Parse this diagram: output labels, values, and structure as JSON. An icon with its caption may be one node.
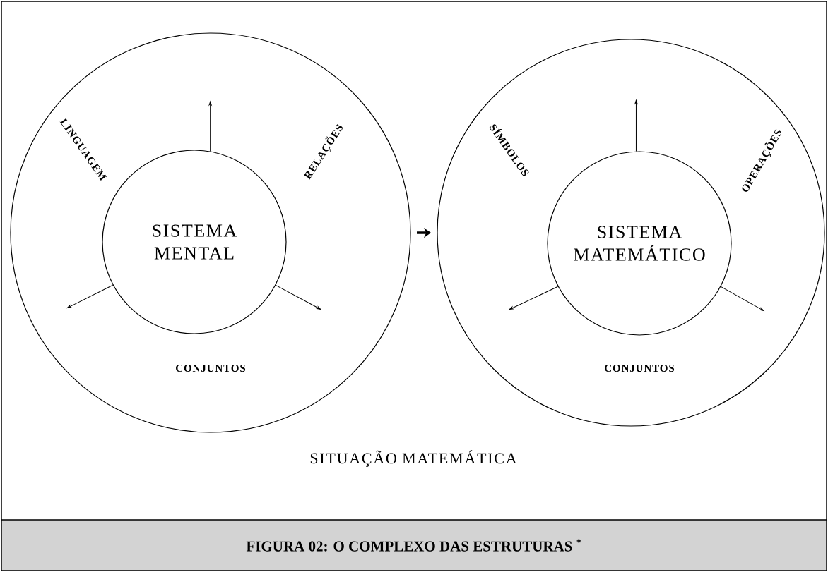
{
  "diagram": {
    "caption": "FIGURA 02: O COMPLEXO DAS ESTRUTURAS $^{*}$",
    "nodes": [
      {
        "text": [
          "LINGUAGEM",
          "RELAÇÕES",
          "CONJUNTOS"
        ]
      },
      {
        "text": [
          "SISTEMA MENTAL"
        ],
        "in": 0
      },
      {
        "text": [
          "SÍMBOLOS",
          "OPERAÇÕES",
          "CONJUNTOS"
        ]
      },
      {
        "text": [
          "SISTEMA MATEMÁTICO"
        ],
        "in": 2
      }
    ],
    "edges": [
      {
        "from": 1,
        "to": null,
        "arrow": "to"
      },
      {
        "from": 1,
        "to": null,
        "arrow": "to"
      },
      {
        "from": 1,
        "to": null,
        "arrow": "to"
      },
      {
        "from": 3,
        "to": null,
        "arrow": "to"
      },
      {
        "from": 3,
        "to": null,
        "arrow": "to"
      },
      {
        "from": 3,
        "to": null,
        "arrow": "to"
      },
      {
        "from": 0,
        "to": 2,
        "arrow": "to",
        "style": "thick"
      }
    ],
    "labels": [
      "SITUAÇÃO MATEMÁTICA"
    ]
  }
}
